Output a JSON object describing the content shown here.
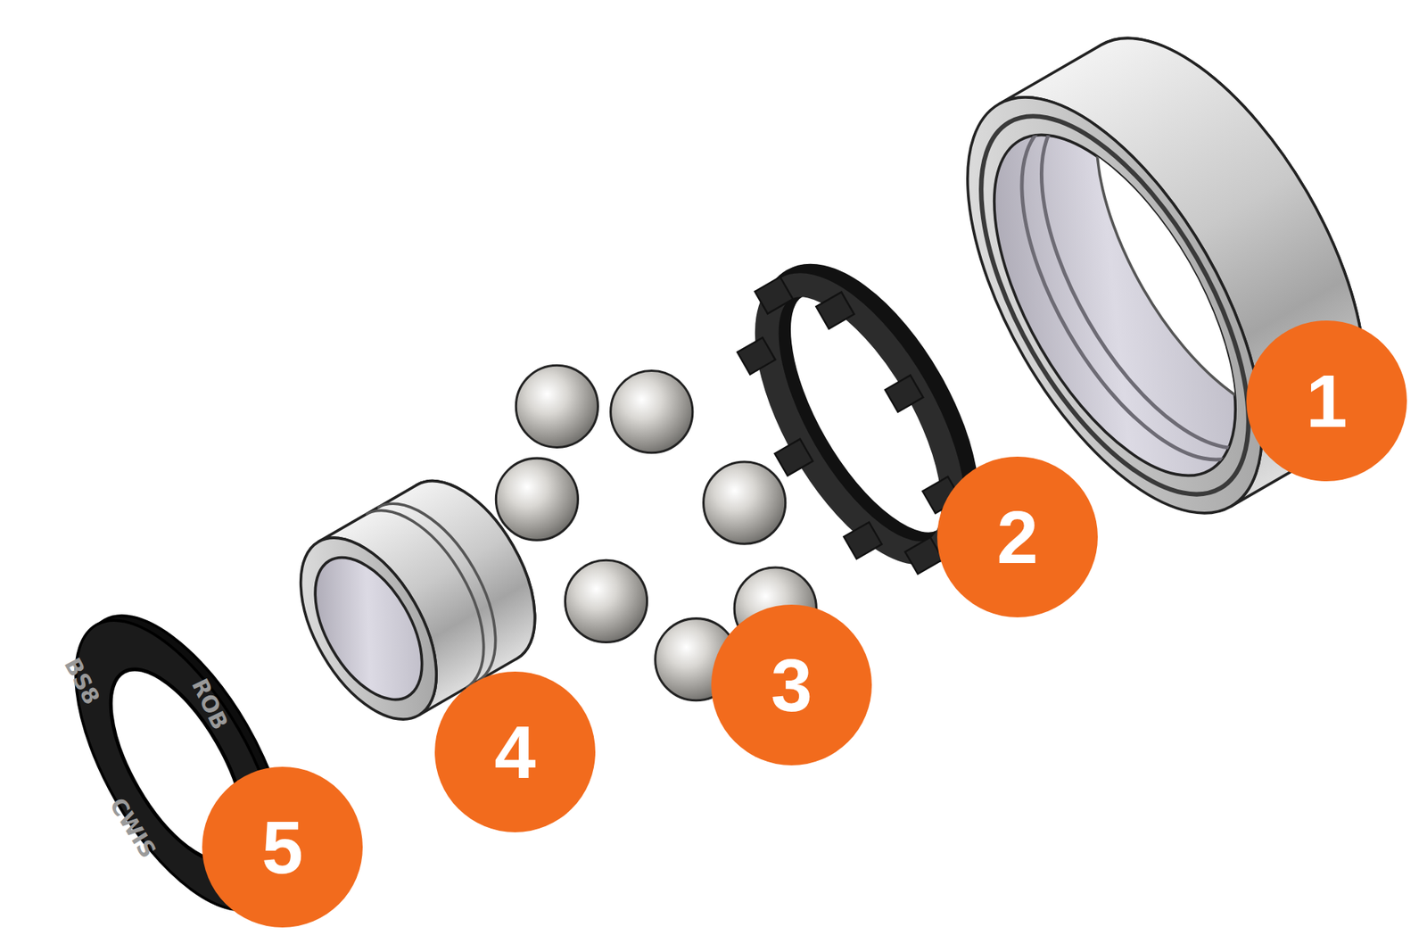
{
  "diagram": {
    "nodes": [
      {
        "text": [
          "1"
        ]
      },
      {
        "text": [
          "2"
        ]
      },
      {
        "text": [
          "3"
        ]
      },
      {
        "text": [
          "4"
        ]
      },
      {
        "text": [
          "5"
        ]
      }
    ],
    "labels": [
      "BS8",
      "ROB",
      "CWIS"
    ]
  }
}
